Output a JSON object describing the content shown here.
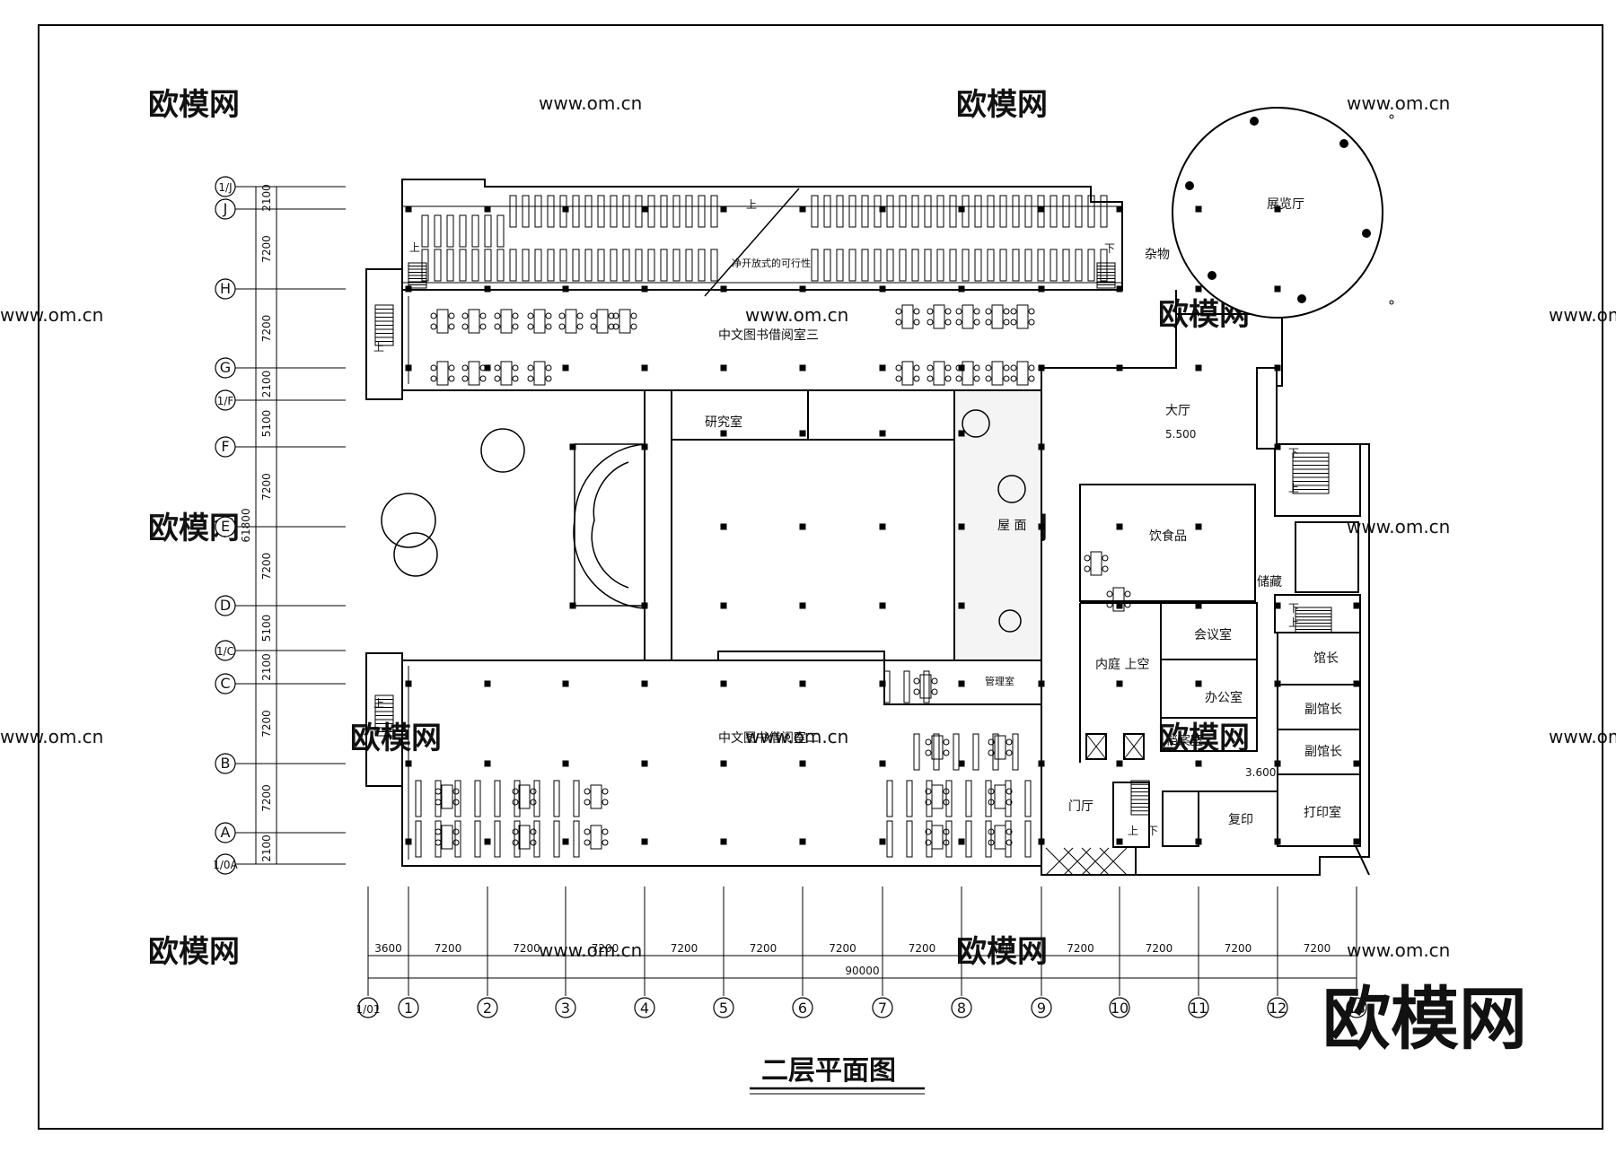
{
  "drawing": {
    "title": "二层平面图",
    "corner_logo": "欧模网",
    "watermarks": [
      "欧模网",
      "www.om.cn"
    ]
  },
  "rooms": [
    {
      "id": "exhibition",
      "label": "展览厅"
    },
    {
      "id": "storage",
      "label": "杂物"
    },
    {
      "id": "stack-note",
      "label": "净开放式的可行性"
    },
    {
      "id": "reading3",
      "label": "中文图书借阅室三"
    },
    {
      "id": "research",
      "label": "研究室"
    },
    {
      "id": "hall",
      "label": "大厅"
    },
    {
      "id": "hall-level",
      "label": "5.500"
    },
    {
      "id": "food",
      "label": "饮食品"
    },
    {
      "id": "roof",
      "label": "屋 面"
    },
    {
      "id": "store",
      "label": "储藏"
    },
    {
      "id": "meeting",
      "label": "会议室"
    },
    {
      "id": "courtyard",
      "label": "内庭 上空"
    },
    {
      "id": "curator",
      "label": "馆长"
    },
    {
      "id": "office",
      "label": "办公室"
    },
    {
      "id": "deputy1",
      "label": "副馆长"
    },
    {
      "id": "admin",
      "label": "管理室"
    },
    {
      "id": "reading2",
      "label": "中文图书借阅室二"
    },
    {
      "id": "archive",
      "label": "档案室"
    },
    {
      "id": "deputy2",
      "label": "副馆长"
    },
    {
      "id": "level2",
      "label": "3.600"
    },
    {
      "id": "vestibule",
      "label": "门厅"
    },
    {
      "id": "copy",
      "label": "复印"
    },
    {
      "id": "print",
      "label": "打印室"
    }
  ],
  "stair_marks": [
    "上",
    "下"
  ],
  "axes_rows": {
    "labels": [
      "1/J",
      "J",
      "H",
      "G",
      "1/F",
      "F",
      "E",
      "D",
      "1/C",
      "C",
      "B",
      "A",
      "1/0A"
    ],
    "spacings": [
      "2100",
      "7200",
      "7200",
      "2100",
      "5100",
      "7200",
      "7200",
      "5100",
      "2100",
      "7200",
      "7200",
      "2100"
    ],
    "total": "61800"
  },
  "axes_cols": {
    "labels": [
      "1/01",
      "1",
      "2",
      "3",
      "4",
      "5",
      "6",
      "7",
      "8",
      "9",
      "10",
      "11",
      "12",
      "13"
    ],
    "spacings": [
      "3600",
      "7200",
      "7200",
      "7200",
      "7200",
      "7200",
      "7200",
      "7200",
      "7200",
      "7200",
      "7200",
      "7200",
      "7200"
    ],
    "total": "90000"
  }
}
